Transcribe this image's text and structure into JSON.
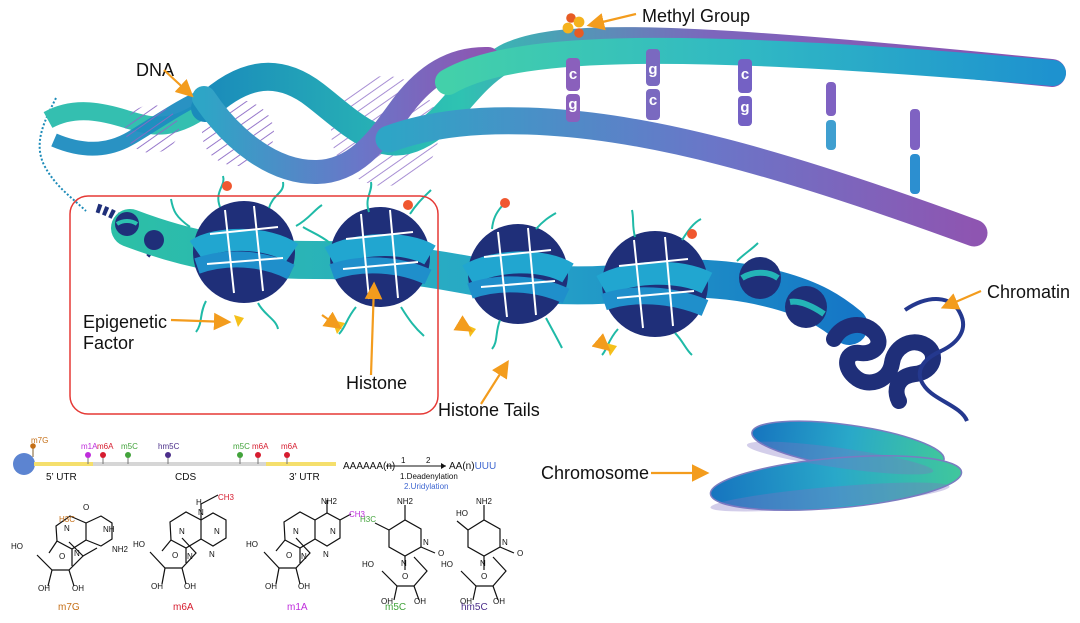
{
  "labels": {
    "methyl_group": "Methyl Group",
    "dna": "DNA",
    "chromatin": "Chromatin",
    "epigenetic_line1": "Epigenetic",
    "epigenetic_line2": "Factor",
    "histone": "Histone",
    "histone_tails": "Histone Tails",
    "chromosome": "Chromosome"
  },
  "bases": {
    "top": [
      "c",
      "g",
      "c"
    ],
    "bottom": [
      "g",
      "c",
      "g"
    ]
  },
  "rna": {
    "cap": "m7G",
    "utr5": "5’ UTR",
    "cds": "CDS",
    "utr3": "3’ UTR",
    "polyA": "AAAAAA(n)",
    "step1_num": "1",
    "step2_num": "2",
    "product_prefix": "AA(n)",
    "product_suffix": "UUU",
    "process1": "1.Deadenylation",
    "process2": "2.Uridylation",
    "markers": [
      "m1A",
      "m6A",
      "m5C",
      "hm5C",
      "m5C",
      "m6A",
      "m6A"
    ]
  },
  "structures": {
    "m7g": {
      "name": "m7G",
      "substituent": "H3C",
      "atoms": [
        "O",
        "N",
        "NH",
        "NH2",
        "N",
        "OH",
        "OH",
        "HO",
        "O"
      ]
    },
    "m6a": {
      "name": "m6A",
      "atoms": [
        "H",
        "N",
        "CH3",
        "N",
        "N",
        "N",
        "N",
        "HO",
        "O",
        "OH",
        "OH"
      ]
    },
    "m1a": {
      "name": "m1A",
      "atoms": [
        "NH2",
        "CH3",
        "N",
        "N",
        "N",
        "N",
        "HO",
        "O",
        "OH",
        "OH"
      ]
    },
    "m5c": {
      "name": "m5C",
      "atoms": [
        "H3C",
        "NH2",
        "N",
        "N",
        "O",
        "HO",
        "O",
        "OH",
        "OH"
      ]
    },
    "hm5c": {
      "name": "hm5C",
      "atoms": [
        "HO",
        "NH2",
        "N",
        "N",
        "O",
        "HO",
        "O",
        "OH",
        "OH"
      ]
    }
  },
  "colors": {
    "orange_arrow": "#f39c1d",
    "dna_teal": "#2fb6a7",
    "dna_purple": "#8e59b1",
    "histone_navy": "#1f2f79",
    "histone_blue": "#1597c8",
    "red_box": "#e53935",
    "m7g": "#c56f17",
    "m6a": "#d61c2f",
    "m1a": "#bf2ddc",
    "m5c": "#42a33b",
    "hm5c": "#4b2e8a"
  }
}
